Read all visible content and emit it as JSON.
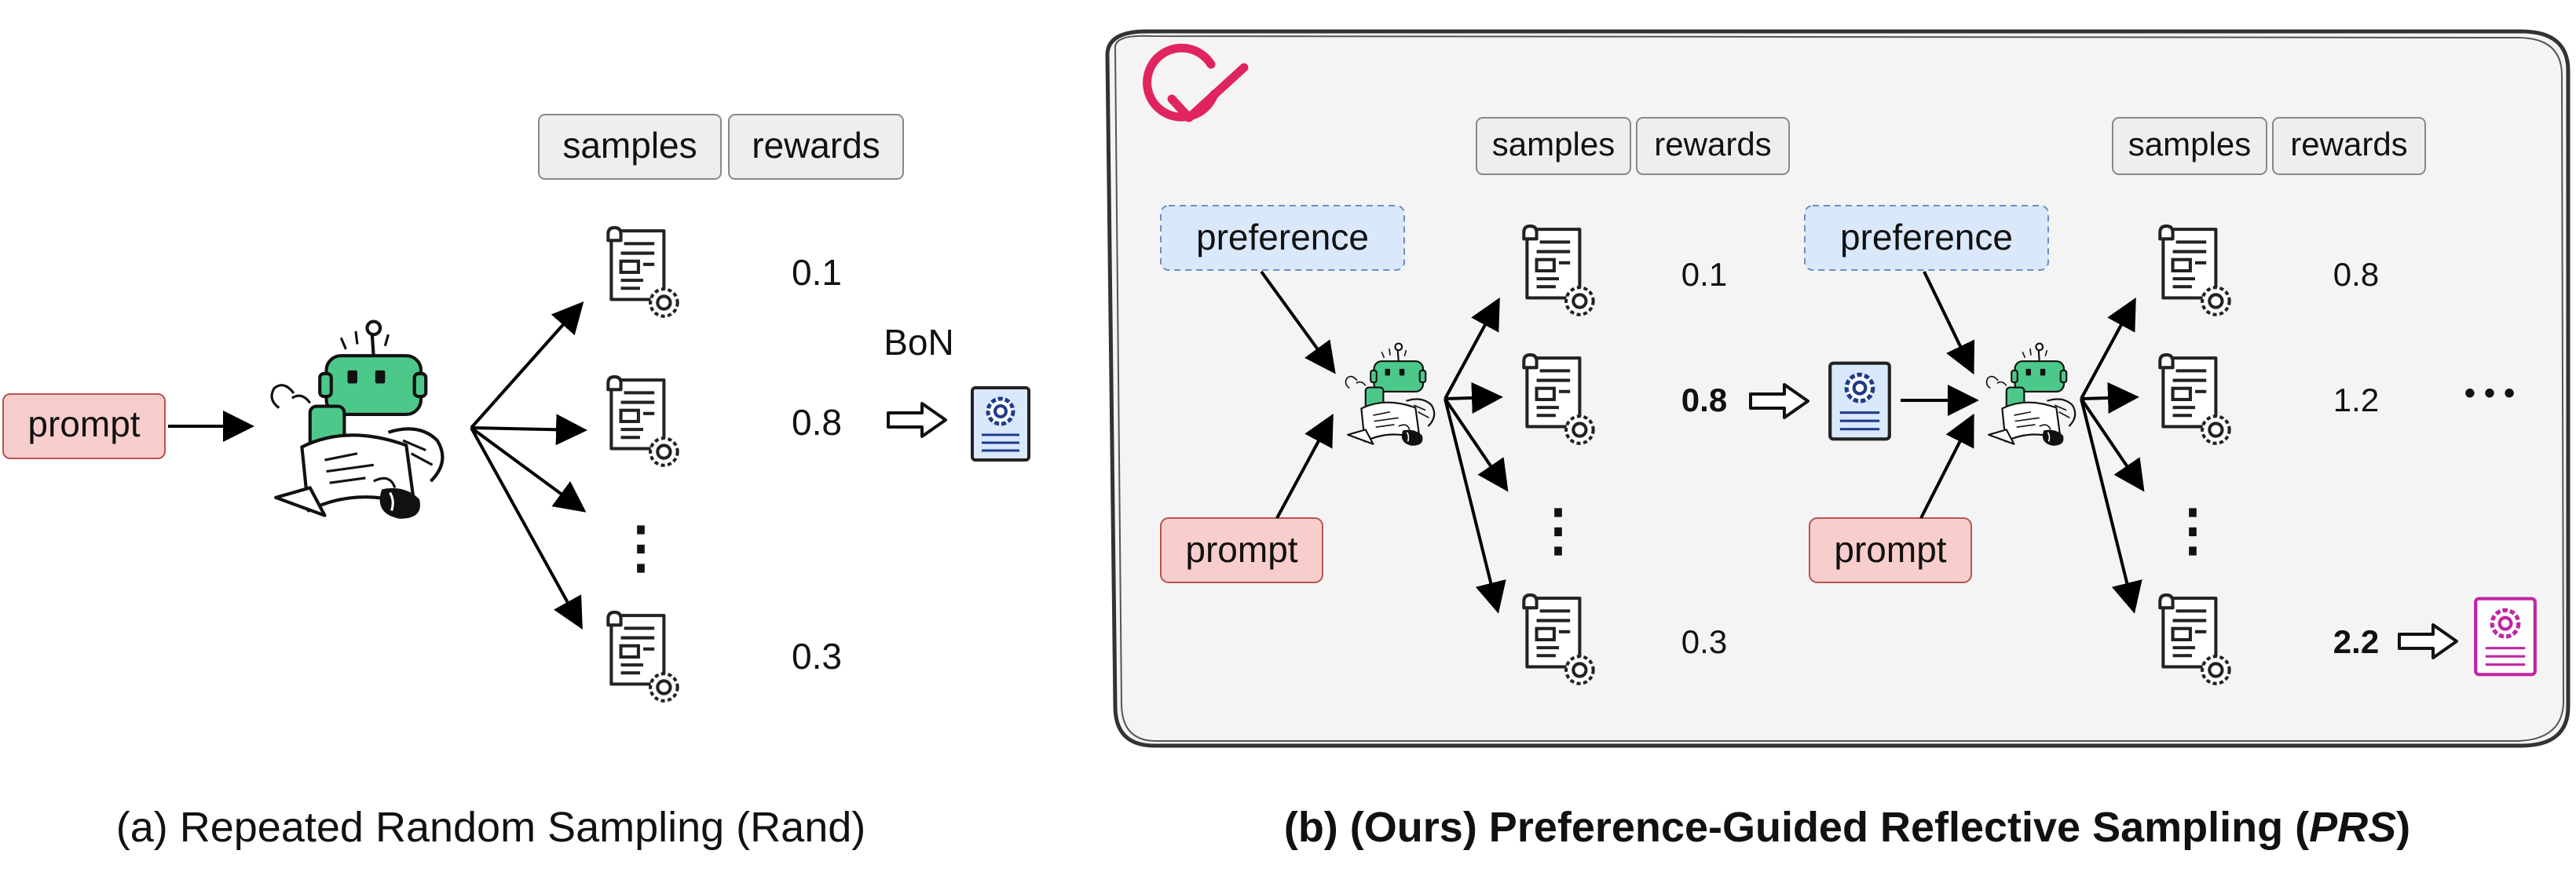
{
  "left_panel": {
    "prompt_label": "prompt",
    "header": {
      "samples": "samples",
      "rewards": "rewards"
    },
    "rewards": [
      "0.1",
      "0.8",
      "0.3"
    ],
    "vertical_ellipsis": "⋮",
    "bon_label": "BoN",
    "caption": "(a) Repeated Random Sampling (Rand)"
  },
  "right_panel": {
    "round1": {
      "preference_label": "preference",
      "prompt_label": "prompt",
      "header": {
        "samples": "samples",
        "rewards": "rewards"
      },
      "rewards": [
        "0.1",
        "0.8",
        "0.3"
      ],
      "vertical_ellipsis": "⋮"
    },
    "round2": {
      "preference_label": "preference",
      "prompt_label": "prompt",
      "header": {
        "samples": "samples",
        "rewards": "rewards"
      },
      "rewards": [
        "0.8",
        "1.2",
        "2.2"
      ],
      "vertical_ellipsis": "⋮"
    },
    "continuation": "• • •",
    "caption_prefix": "(b) (Ours) Preference-Guided Reflective Sampling (",
    "caption_em": "PRS",
    "caption_suffix": ")"
  },
  "colors": {
    "prompt_fill": "#f8cecc",
    "prompt_stroke": "#b85450",
    "preference_fill": "#dae8fc",
    "preference_stroke": "#6c8ebf",
    "header_fill": "#eeeeee",
    "check_icon": "#e0245e",
    "final_doc": "#c026a3",
    "robot_green": "#4cc98a"
  },
  "icons": [
    "robot-reading-icon",
    "document-gear-icon",
    "checkmark-circle-icon",
    "hollow-arrow-icon"
  ]
}
